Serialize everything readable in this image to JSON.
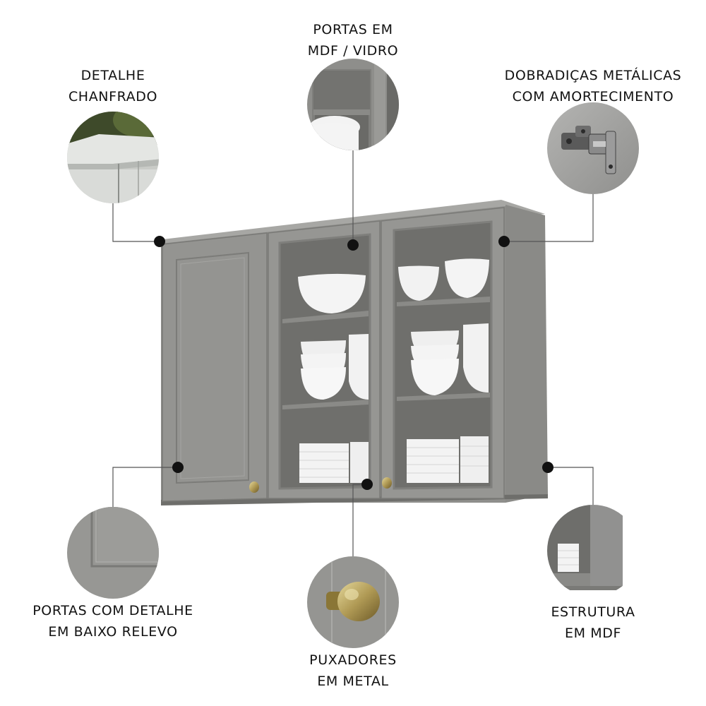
{
  "callouts": {
    "portas_mdf_vidro": {
      "line1": "PORTAS EM",
      "line2": "MDF / VIDRO"
    },
    "detalhe_chanfrado": {
      "line1": "DETALHE",
      "line2": "CHANFRADO"
    },
    "dobradicas": {
      "line1": "DOBRADIÇAS METÁLICAS",
      "line2": "COM AMORTECIMENTO"
    },
    "portas_baixo_relevo": {
      "line1": "PORTAS COM DETALHE",
      "line2": "EM BAIXO RELEVO"
    },
    "puxadores": {
      "line1": "PUXADORES",
      "line2": "EM METAL"
    },
    "estrutura_mdf": {
      "line1": "ESTRUTURA",
      "line2": "EM MDF"
    }
  },
  "colors": {
    "cabinet": "#8f8f8c",
    "cabinet_dark": "#7a7a77",
    "interior": "#6f6f6c",
    "dish": "#f4f4f4",
    "knob": "#b09a55",
    "line": "#555555",
    "dot": "#111111"
  }
}
